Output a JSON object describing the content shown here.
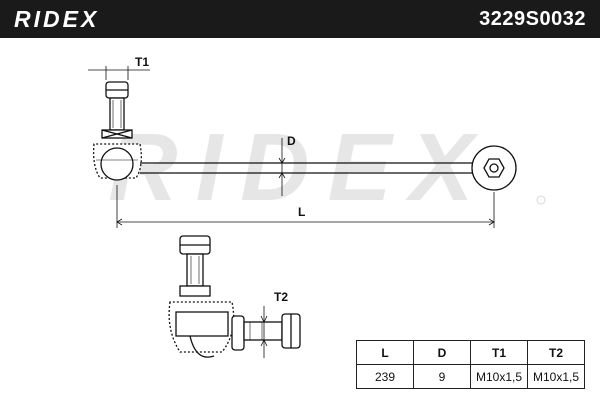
{
  "brand": "RIDEX",
  "watermark": "RIDEX",
  "part_number": "3229S0032",
  "dimension_labels": {
    "T1": "T1",
    "D": "D",
    "L": "L",
    "T2": "T2"
  },
  "spec_table": {
    "headers": [
      "L",
      "D",
      "T1",
      "T2"
    ],
    "values": [
      "239",
      "9",
      "M10x1,5",
      "M10x1,5"
    ]
  },
  "colors": {
    "header_bg": "#1a1a1a",
    "line": "#111111",
    "watermark": "#e6e6e6"
  }
}
